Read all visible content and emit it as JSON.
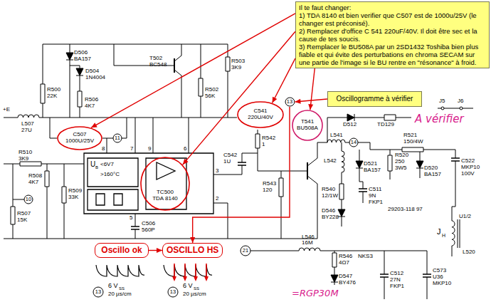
{
  "diagram": {
    "nodes": [
      {
        "text": [
          "Il te faut changer:",
          "1) TDA 8140 et bien verifier que C507 est de 1000u/25V (le changer est préconisé).",
          "2) Remplacer d'office C 541 220uF/40V. Il doit être sec et la cause de tes soucis.",
          "3) Remplacer le BU508A par un 2SD1432 Toshiba bien plus fiable et qui évite des perturbations en chroma SECAM sur une partie de l'image si le BU rentre en \"résonance\" à froid."
        ]
      },
      {
        "text": [
          "Oscillogramme à vérifier"
        ]
      },
      {
        "text": [
          "C507",
          "1000U/25V"
        ]
      },
      {
        "text": [
          "TC500",
          "TDA 8140"
        ]
      },
      {
        "text": [
          "C541",
          "220U/40V"
        ]
      },
      {
        "text": [
          "13"
        ]
      },
      {
        "text": [
          "T541",
          "BU508A"
        ]
      },
      {
        "text": [
          "Oscillo ok"
        ]
      },
      {
        "text": [
          "OSCILLO HS"
        ]
      }
    ],
    "edges": [
      {
        "from": 0,
        "to": 2,
        "arrow": "to"
      },
      {
        "from": 0,
        "to": 3,
        "arrow": "to"
      },
      {
        "from": 0,
        "to": 4,
        "arrow": "to"
      },
      {
        "from": 0,
        "to": 6,
        "arrow": "to"
      },
      {
        "from": 1,
        "to": 5,
        "arrow": "to"
      },
      {
        "from": 5,
        "to": 8,
        "arrow": "to"
      },
      {
        "from": 7,
        "to": 8,
        "arrow": "to"
      }
    ],
    "labels": [
      "D506",
      "BA157",
      "D504",
      "1N4004",
      "R500",
      "22K",
      "R506",
      "4K7",
      "T502",
      "BC548",
      "R502",
      "56K",
      "R503",
      "3K9",
      "D512",
      "TD129",
      "J5",
      "J6",
      "+E",
      "L507",
      "27U",
      "11",
      "R510",
      "3K9",
      "R508",
      "4K7",
      "R509",
      "33K",
      "10",
      "R507",
      "15K",
      "8",
      "7",
      "9",
      "6",
      "U",
      "B",
      "<6V7",
      ">160°C",
      "5",
      "3",
      "2",
      "C506",
      "560P",
      "C542",
      "1U",
      "R542",
      "1",
      "R543",
      "120",
      "L541",
      "14",
      "L542",
      "R520",
      "250",
      "3W5",
      "D521",
      "BA157",
      "D520",
      "BA157",
      "R521",
      "150/4W",
      "C522",
      "MKP10",
      "100V",
      "R540",
      "12/1W",
      "D546",
      "BY228",
      "C511",
      "9N",
      "FKP1",
      "29203-118 97",
      "U1/2",
      "J",
      "H",
      "L520",
      "21",
      "L546",
      "16M",
      "NKS3",
      "R546",
      "4Ω7",
      "D547",
      "BY476",
      "C512",
      "27N",
      "FKP1",
      "C573",
      "U36",
      "MKP10",
      "A vérifier",
      "=RGP30M",
      "13",
      "6 V",
      "SS",
      "20 µs/cm",
      "13",
      "6 V",
      "SS",
      "20 µs/cm"
    ]
  }
}
